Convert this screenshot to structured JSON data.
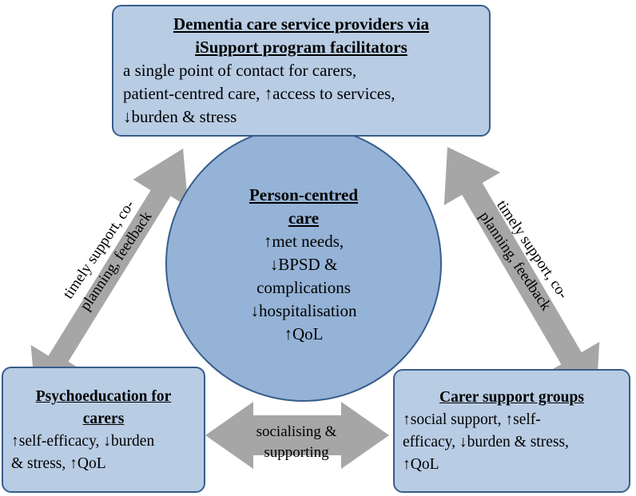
{
  "colors": {
    "box_fill": "#b8cce4",
    "box_border": "#385d8a",
    "circle_fill": "#95b3d7",
    "arrow_fill": "#a6a6a6"
  },
  "top_box": {
    "title_lines": [
      "Dementia care service providers via",
      "iSupport program facilitators"
    ],
    "body_lines": [
      "a single point of contact for carers,",
      "patient-centred care, ↑access to services,",
      "↓burden & stress"
    ]
  },
  "center": {
    "title_lines": [
      "Person-centred",
      "care"
    ],
    "body_lines": [
      "↑met needs,",
      "↓BPSD &",
      "complications",
      "↓hospitalisation",
      "↑QoL"
    ]
  },
  "left_box": {
    "title_lines": [
      "Psychoeducation for",
      "carers"
    ],
    "body_lines": [
      "↑self-efficacy, ↓burden",
      "& stress, ↑QoL"
    ]
  },
  "right_box": {
    "title_lines": [
      "Carer support groups"
    ],
    "body_lines": [
      "↑social support, ↑self-",
      "efficacy, ↓burden & stress,",
      "↑QoL"
    ]
  },
  "arrows": {
    "left_label_lines": [
      "timely support, co-",
      "planning, feedback"
    ],
    "right_label_lines": [
      "timely support, co-",
      "planning, feedback"
    ],
    "bottom_label_lines": [
      "socialising &",
      "supporting"
    ]
  }
}
